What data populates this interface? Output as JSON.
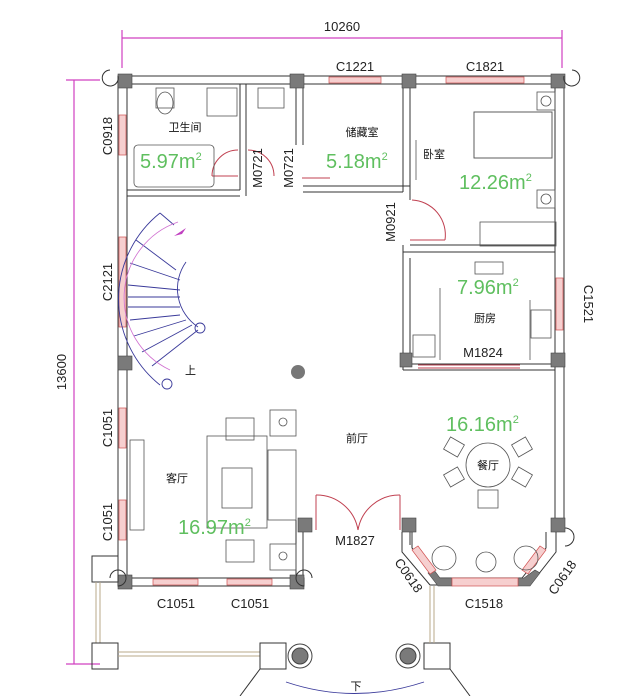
{
  "dimensions": {
    "width": "10260",
    "height": "13600"
  },
  "rooms": [
    {
      "id": "bathroom",
      "name": "卫生间",
      "area": "5.97m",
      "sup": "2"
    },
    {
      "id": "storage",
      "name": "储藏室",
      "area": "5.18m",
      "sup": "2"
    },
    {
      "id": "bedroom",
      "name": "卧室",
      "area": "12.26m",
      "sup": "2"
    },
    {
      "id": "kitchen",
      "name": "厨房",
      "area": "7.96m",
      "sup": "2"
    },
    {
      "id": "living",
      "name": "客厅",
      "area": "16.97m",
      "sup": "2"
    },
    {
      "id": "foyer",
      "name": "前厅",
      "area": "",
      "sup": ""
    },
    {
      "id": "dining",
      "name": "餐厅",
      "area": "16.16m",
      "sup": "2"
    }
  ],
  "stairs": {
    "up_label": "上",
    "down_label": "下"
  },
  "windows": {
    "top1": "C1221",
    "top2": "C1821",
    "left1": "C0918",
    "left2": "C2121",
    "left3": "C1051",
    "left4": "C1051",
    "right1": "C1521",
    "bottom1": "C1051",
    "bottom2": "C1051",
    "bay_left": "C0618",
    "bay_center": "C1518",
    "bay_right": "C0618"
  },
  "doors": {
    "bath": "M0721",
    "storage": "M0721",
    "bedroom": "M0921",
    "kitchen": "M1824",
    "entry": "M1827"
  },
  "colors": {
    "area_text": "#5fbf5f",
    "window": "#d05050",
    "dimension": "#d040c0",
    "column": "#7a7a7a"
  }
}
